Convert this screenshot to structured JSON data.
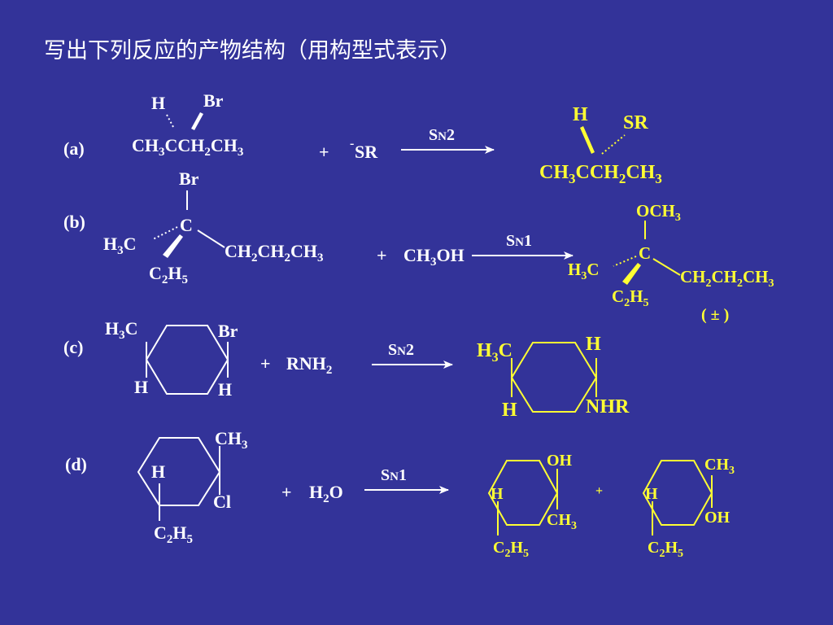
{
  "title": "写出下列反应的产物结构（用构型式表示）",
  "colors": {
    "background": "#333399",
    "reactant": "#ffffff",
    "product": "#ffff33"
  },
  "labels": {
    "a": "(a)",
    "b": "(b)",
    "c": "(c)",
    "d": "(d)"
  },
  "reaction_a": {
    "reactant": {
      "h": "H",
      "br": "Br",
      "chain": "CH3CCH2CH3"
    },
    "reagent": {
      "charge": "-",
      "name": "SR"
    },
    "condition": "SN2",
    "product": {
      "h": "H",
      "sr": "SR",
      "chain": "CH3CCH2CH3"
    }
  },
  "reaction_b": {
    "reactant": {
      "br": "Br",
      "c": "C",
      "left": "H3C",
      "bottom": "C2H5",
      "right": "CH2CH2CH3"
    },
    "reagent": "CH3OH",
    "condition": "SN1",
    "product": {
      "top": "OCH3",
      "c": "C",
      "left": "H3C",
      "bottom": "C2H5",
      "right": "CH2CH2CH3",
      "note": "( ± )"
    }
  },
  "reaction_c": {
    "reactant": {
      "top_left": "H3C",
      "bottom_left": "H",
      "top_right": "Br",
      "bottom_right": "H"
    },
    "reagent": "RNH2",
    "condition": "SN2",
    "product": {
      "top_left": "H3C",
      "bottom_left": "H",
      "top_right": "H",
      "bottom_right": "NHR"
    }
  },
  "reaction_d": {
    "reactant": {
      "top_right": "CH3",
      "right_down": "Cl",
      "left_h": "H",
      "bottom": "C2H5"
    },
    "reagent": "H2O",
    "condition": "SN1",
    "product1": {
      "top_right": "OH",
      "right_down": "CH3",
      "left_h": "H",
      "bottom": "C2H5"
    },
    "plus": "+",
    "product2": {
      "top_right": "CH3",
      "right_down": "OH",
      "left_h": "H",
      "bottom": "C2H5"
    }
  }
}
